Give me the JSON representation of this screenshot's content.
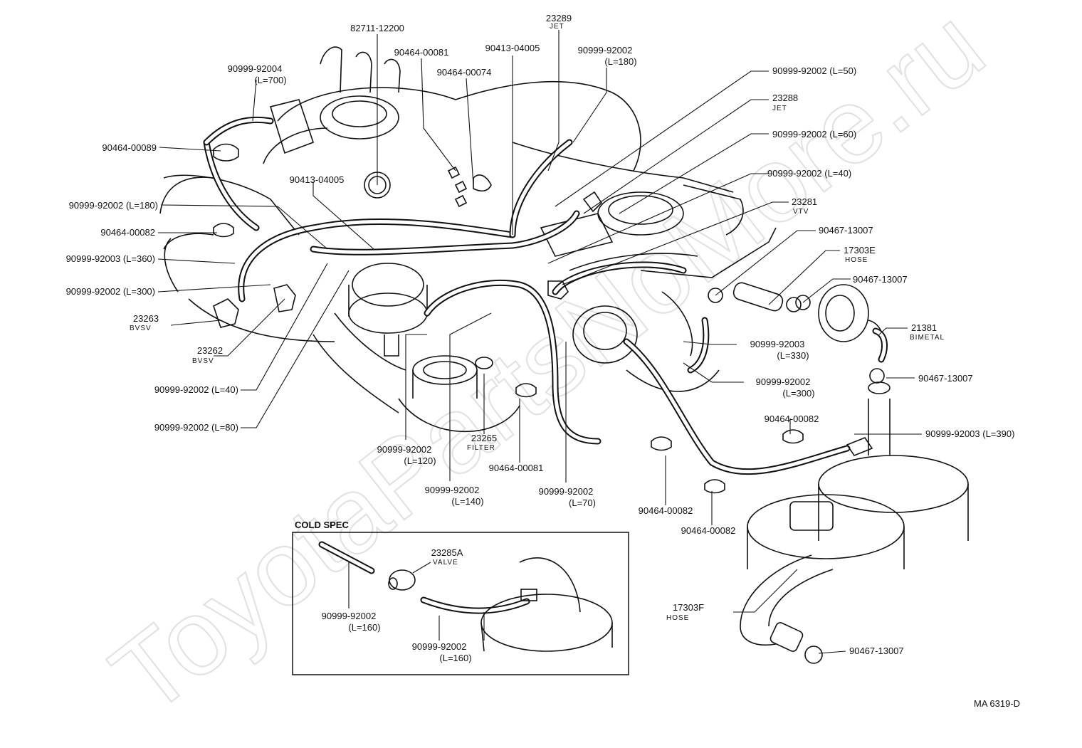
{
  "watermark": "ToyotaPartsNoMore.ru",
  "drawing_code": "MA 6319-D",
  "callouts": [
    {
      "id": "c01",
      "part": "82711-12200"
    },
    {
      "id": "c02",
      "part": "90464-00081"
    },
    {
      "id": "c03",
      "part": "90413-04005"
    },
    {
      "id": "c04",
      "part": "23289",
      "sub": "JET"
    },
    {
      "id": "c05",
      "part": "90999-92002",
      "sub": "(L=180)"
    },
    {
      "id": "c06",
      "part": "90999-92004",
      "sub": "(L=700)"
    },
    {
      "id": "c07",
      "part": "90464-00074"
    },
    {
      "id": "c08",
      "part": "90999-92002 (L=50)"
    },
    {
      "id": "c09",
      "part": "23288",
      "sub": "JET"
    },
    {
      "id": "c10",
      "part": "90999-92002 (L=60)"
    },
    {
      "id": "c11",
      "part": "90999-92002 (L=40)"
    },
    {
      "id": "c12",
      "part": "23281",
      "sub": "VTV"
    },
    {
      "id": "c13",
      "part": "90467-13007"
    },
    {
      "id": "c14",
      "part": "17303E",
      "sub": "HOSE"
    },
    {
      "id": "c15",
      "part": "90467-13007"
    },
    {
      "id": "c16",
      "part": "21381",
      "sub": "BIMETAL"
    },
    {
      "id": "c17",
      "part": "90467-13007"
    },
    {
      "id": "c18",
      "part": "90464-00089"
    },
    {
      "id": "c19",
      "part": "90413-04005"
    },
    {
      "id": "c20",
      "part": "90999-92002 (L=180)"
    },
    {
      "id": "c21",
      "part": "90464-00082"
    },
    {
      "id": "c22",
      "part": "90999-92003 (L=360)"
    },
    {
      "id": "c23",
      "part": "90999-92002 (L=300)"
    },
    {
      "id": "c24",
      "part": "23263",
      "sub": "BVSV"
    },
    {
      "id": "c25",
      "part": "23262",
      "sub": "BVSV"
    },
    {
      "id": "c26",
      "part": "90999-92002 (L=40)"
    },
    {
      "id": "c27",
      "part": "90999-92002 (L=80)"
    },
    {
      "id": "c28",
      "part": "90999-92002",
      "sub": "(L=120)"
    },
    {
      "id": "c29",
      "part": "23265",
      "sub": "FILTER"
    },
    {
      "id": "c30",
      "part": "90464-00081"
    },
    {
      "id": "c31",
      "part": "90999-92002",
      "sub": "(L=140)"
    },
    {
      "id": "c32",
      "part": "90999-92002",
      "sub": "(L=70)"
    },
    {
      "id": "c33",
      "part": "90999-92003",
      "sub": "(L=330)"
    },
    {
      "id": "c34",
      "part": "90999-92002",
      "sub": "(L=300)"
    },
    {
      "id": "c35",
      "part": "90464-00082"
    },
    {
      "id": "c36",
      "part": "90999-92003 (L=390)"
    },
    {
      "id": "c37",
      "part": "90464-00082"
    },
    {
      "id": "c38",
      "part": "90464-00082"
    },
    {
      "id": "c39",
      "part": "17303F",
      "sub": "HOSE"
    },
    {
      "id": "c40",
      "part": "90467-13007"
    }
  ],
  "cold_spec": {
    "title": "COLD SPEC",
    "callouts": [
      {
        "id": "k1",
        "part": "23285A",
        "sub": "VALVE"
      },
      {
        "id": "k2",
        "part": "90999-92002",
        "sub": "(L=160)"
      },
      {
        "id": "k3",
        "part": "90999-92002",
        "sub": "(L=160)"
      }
    ]
  }
}
